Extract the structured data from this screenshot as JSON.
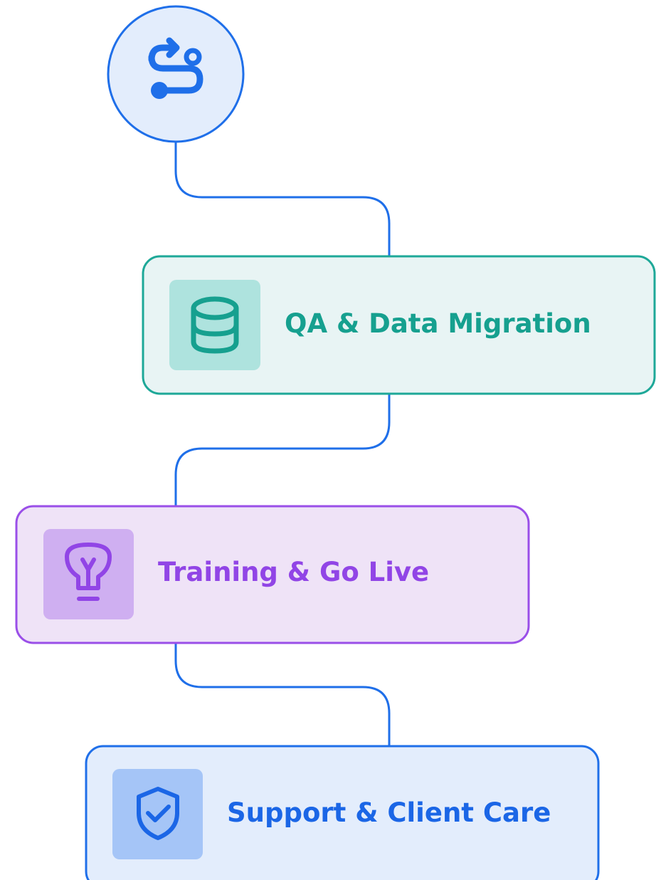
{
  "start_node": {
    "icon": "route-icon"
  },
  "steps": [
    {
      "label": "QA & Data Migration",
      "icon": "database-icon",
      "colors": {
        "border": "#1ea898",
        "fill": "#e8f4f4",
        "chip": "#aee3de",
        "text": "#16a08f"
      }
    },
    {
      "label": "Training & Go Live",
      "icon": "lightbulb-icon",
      "colors": {
        "border": "#9a4fe8",
        "fill": "#efe3f7",
        "chip": "#cfaff1",
        "text": "#9145e6"
      }
    },
    {
      "label": "Support & Client Care",
      "icon": "shield-check-icon",
      "colors": {
        "border": "#1f6fe9",
        "fill": "#e3edfc",
        "chip": "#a5c5f7",
        "text": "#1b66e6"
      }
    }
  ],
  "colors": {
    "connector": "#1f6fe9",
    "start_fill": "#e3edfc",
    "start_border": "#1f6fe9",
    "start_icon": "#1f6fe9"
  }
}
